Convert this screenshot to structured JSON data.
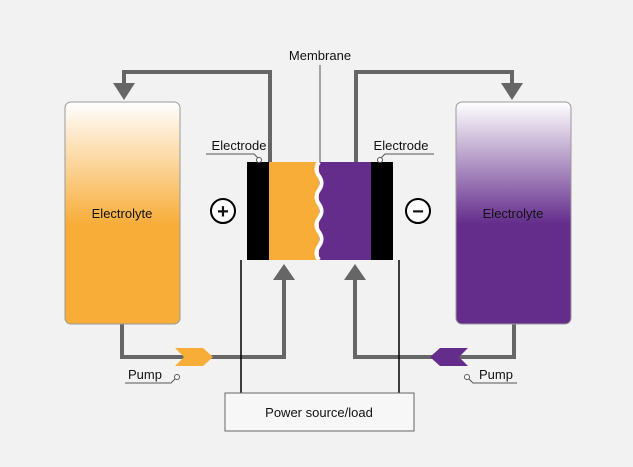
{
  "diagram": {
    "membrane_label": "Membrane",
    "electrode_left_label": "Electrode",
    "electrode_right_label": "Electrode",
    "tank_left_label": "Electrolyte",
    "tank_right_label": "Electrolyte",
    "pump_left_label": "Pump",
    "pump_right_label": "Pump",
    "power_label": "Power source/load",
    "positive_symbol": "+",
    "negative_symbol": "−"
  },
  "colors": {
    "background": "#f2f2f2",
    "positive_electrolyte": "#f8ad39",
    "negative_electrolyte": "#642d8c",
    "electrode": "#000000",
    "pipe": "#666666"
  }
}
